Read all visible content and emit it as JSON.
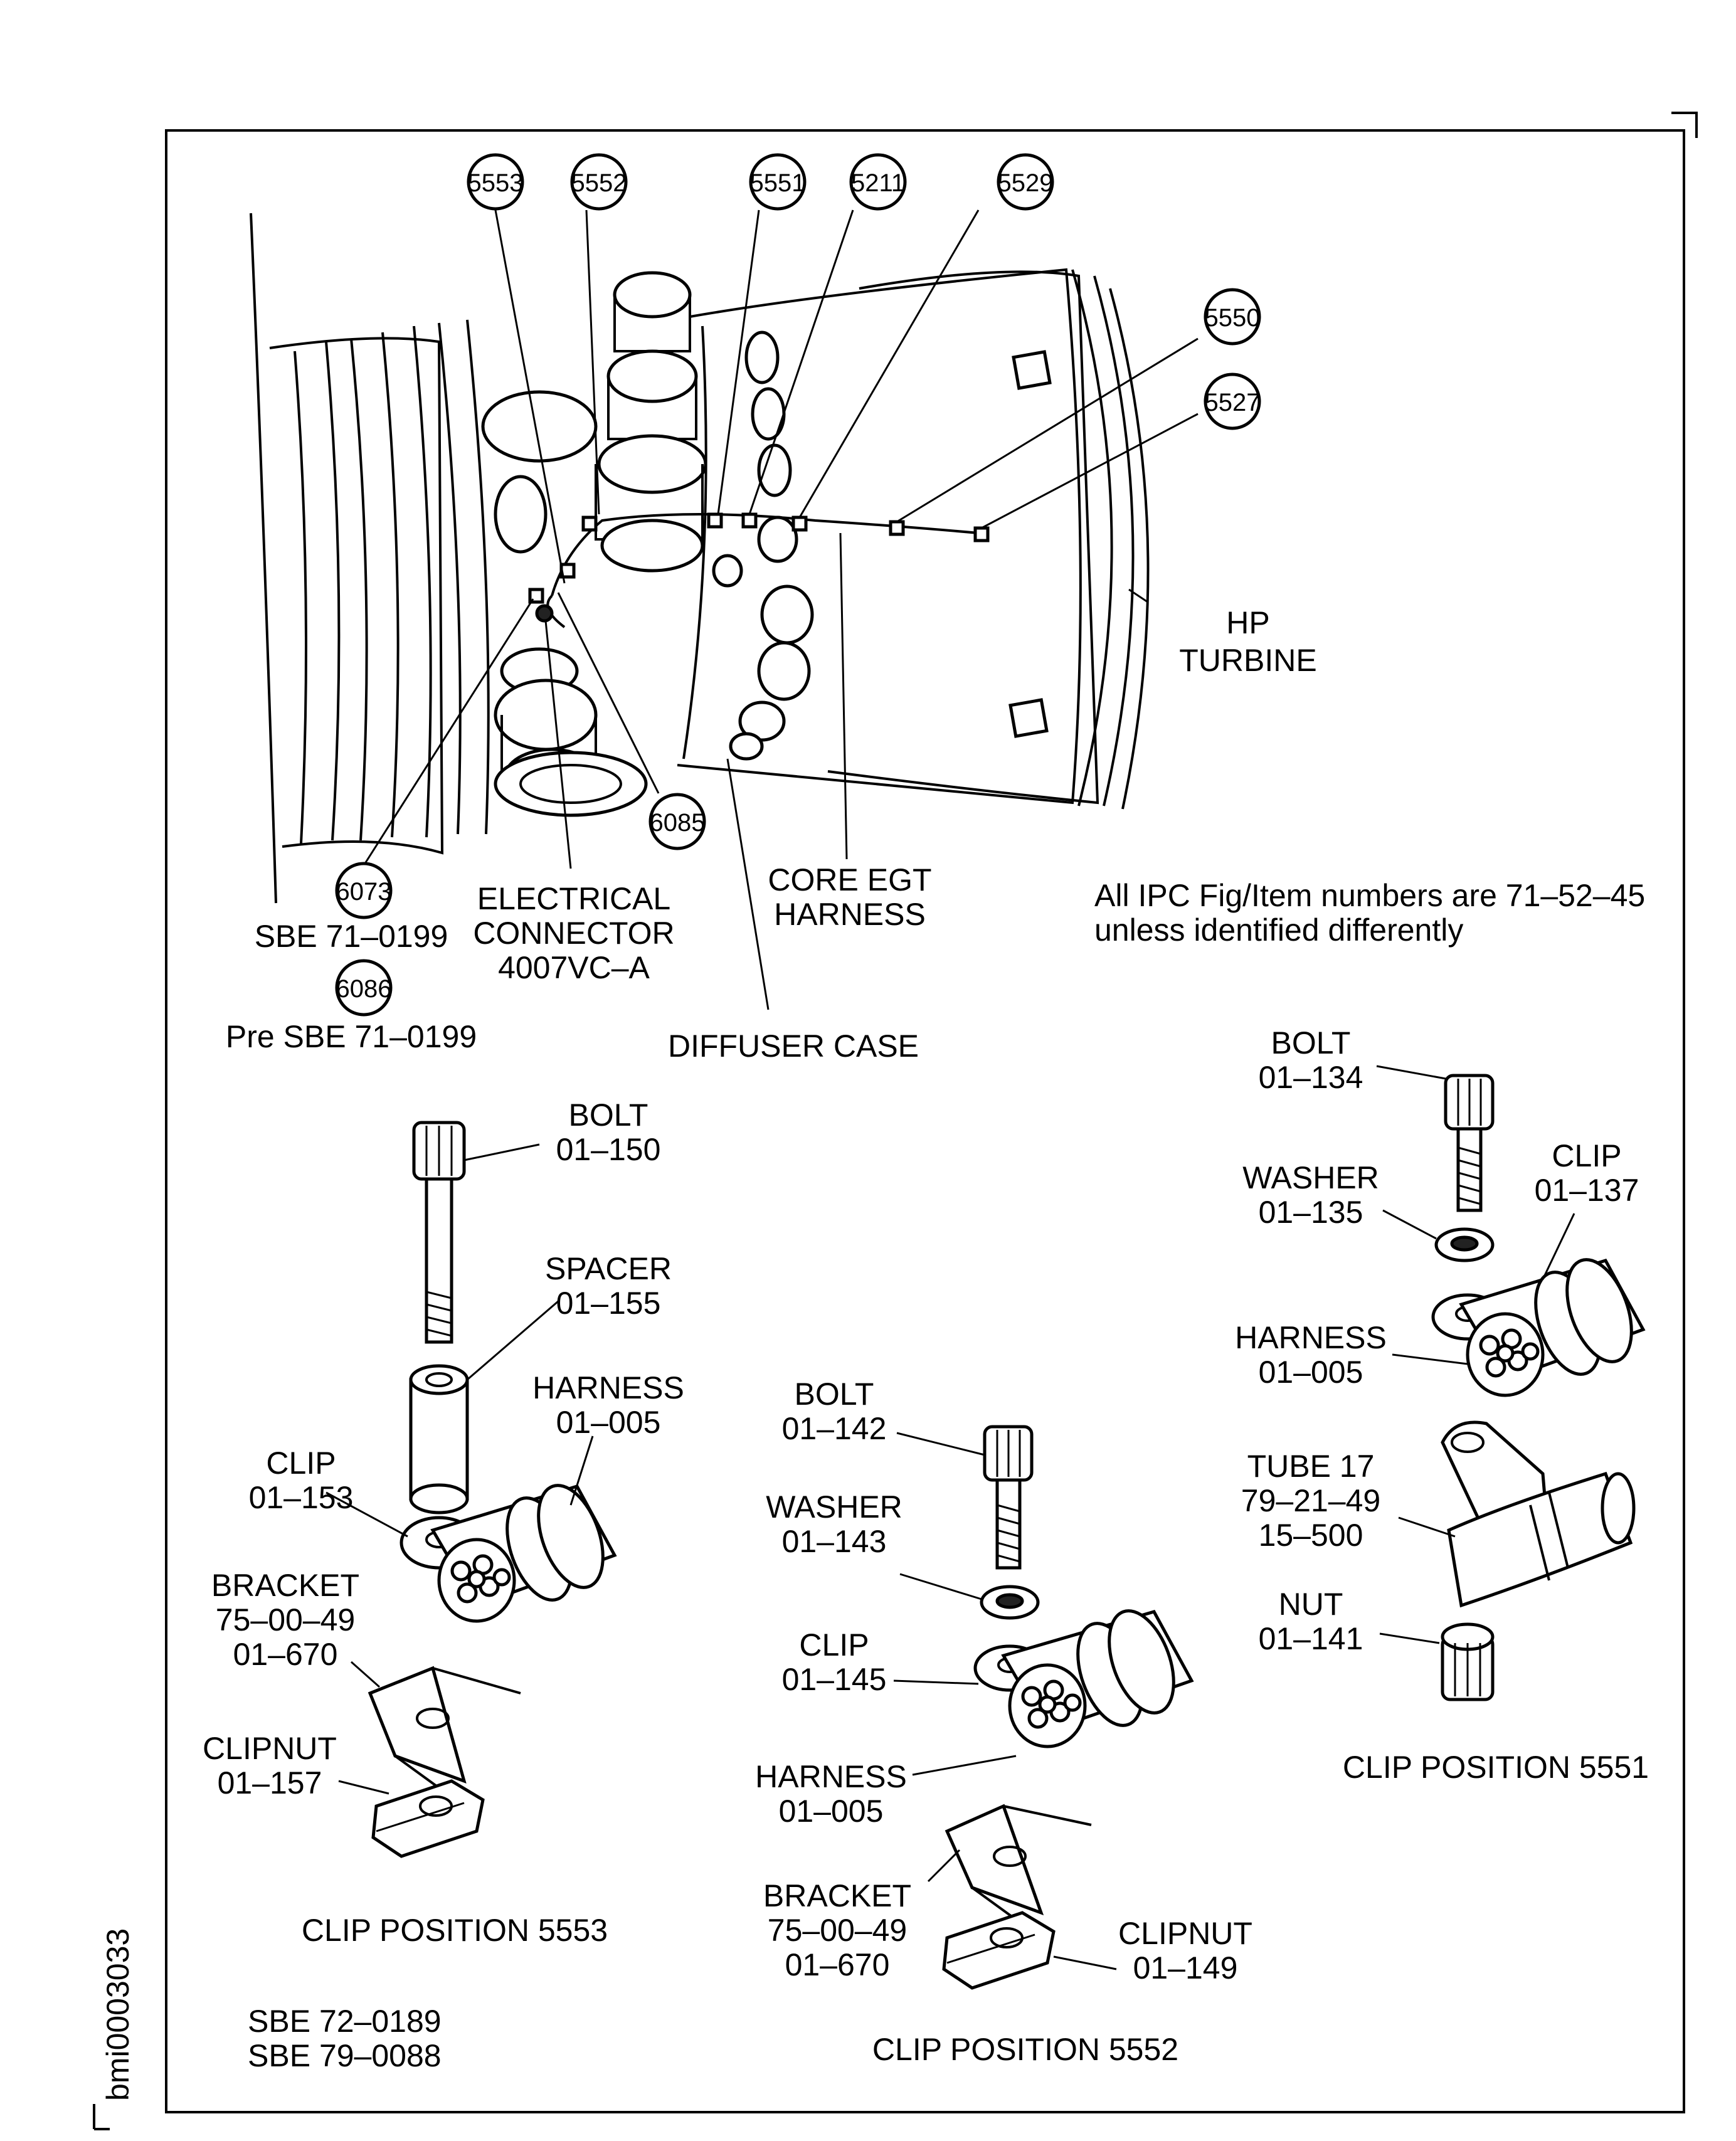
{
  "callouts": [
    "5553",
    "5552",
    "5551",
    "5211",
    "5529",
    "5550",
    "5527",
    "6085",
    "6073",
    "6086"
  ],
  "engine_labels": {
    "hp_turbine": [
      "HP",
      "TURBINE"
    ],
    "core_egt": [
      "CORE EGT",
      "HARNESS"
    ],
    "electrical_connector": [
      "ELECTRICAL",
      "CONNECTOR",
      "4007VC–A"
    ],
    "diffuser_case": "DIFFUSER CASE",
    "sbe_0199": "SBE 71–0199",
    "pre_sbe_0199": "Pre SBE 71–0199"
  },
  "note": [
    "All IPC Fig/Item numbers are 71–52–45",
    "unless identified differently"
  ],
  "clip_5553": {
    "bolt": [
      "BOLT",
      "01–150"
    ],
    "spacer": [
      "SPACER",
      "01–155"
    ],
    "harness": [
      "HARNESS",
      "01–005"
    ],
    "clip": [
      "CLIP",
      "01–153"
    ],
    "bracket": [
      "BRACKET",
      "75–00–49",
      "01–670"
    ],
    "clipnut": [
      "CLIPNUT",
      "01–157"
    ],
    "title": "CLIP POSITION 5553"
  },
  "clip_5552": {
    "bolt": [
      "BOLT",
      "01–142"
    ],
    "washer": [
      "WASHER",
      "01–143"
    ],
    "clip": [
      "CLIP",
      "01–145"
    ],
    "harness": [
      "HARNESS",
      "01–005"
    ],
    "bracket": [
      "BRACKET",
      "75–00–49",
      "01–670"
    ],
    "clipnut": [
      "CLIPNUT",
      "01–149"
    ],
    "title": "CLIP POSITION 5552"
  },
  "clip_5551": {
    "bolt": [
      "BOLT",
      "01–134"
    ],
    "washer": [
      "WASHER",
      "01–135"
    ],
    "clip": [
      "CLIP",
      "01–137"
    ],
    "harness": [
      "HARNESS",
      "01–005"
    ],
    "tube": [
      "TUBE 17",
      "79–21–49",
      "15–500"
    ],
    "nut": [
      "NUT",
      "01–141"
    ],
    "title": "CLIP POSITION 5551"
  },
  "sbe_notes": [
    "SBE 72–0189",
    "SBE 79–0088"
  ],
  "figure_id": "bmi0003033"
}
